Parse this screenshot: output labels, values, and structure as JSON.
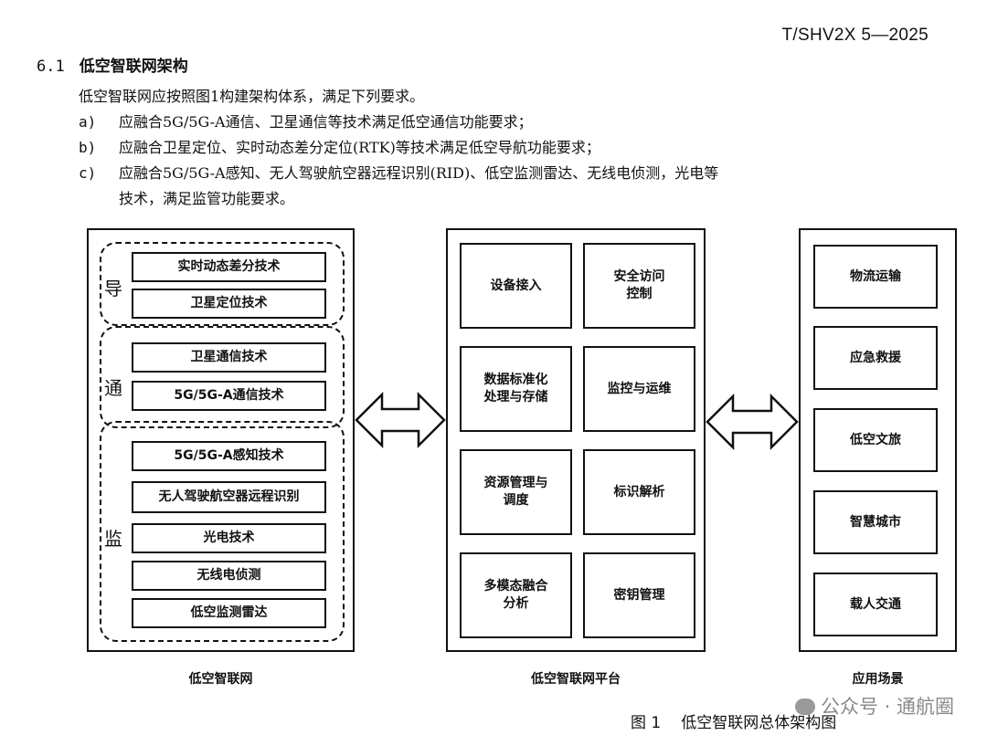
{
  "standard_number": "T/SHV2X 5—2025",
  "section": {
    "number": "6.1",
    "title": "低空智联网架构"
  },
  "intro": "低空智联网应按照图1构建架构体系，满足下列要求。",
  "requirements": [
    {
      "label": "a)",
      "text": "应融合5G/5G-A通信、卫星通信等技术满足低空通信功能要求；"
    },
    {
      "label": "b)",
      "text": "应融合卫星定位、实时动态差分定位(RTK)等技术满足低空导航功能要求；"
    },
    {
      "label": "c)",
      "text": "应融合5G/5G-A感知、无人驾驶航空器远程识别(RID)、低空监测雷达、无线电侦测，光电等",
      "text2": "技术，满足监管功能要求。"
    }
  ],
  "diagram": {
    "left": {
      "caption": "低空智联网",
      "groups": [
        {
          "side_label": "导",
          "items": [
            "实时动态差分技术",
            "卫星定位技术"
          ]
        },
        {
          "side_label": "通",
          "items": [
            "卫星通信技术",
            "5G/5G-A通信技术"
          ]
        },
        {
          "side_label": "监",
          "items": [
            "5G/5G-A感知技术",
            "无人驾驶航空器远程识别",
            "光电技术",
            "无线电侦测",
            "低空监测雷达"
          ]
        }
      ]
    },
    "center": {
      "caption": "低空智联网平台",
      "modules": [
        [
          "设备接入",
          "安全访问\n控制"
        ],
        [
          "数据标准化\n处理与存储",
          "监控与运维"
        ],
        [
          "资源管理与\n调度",
          "标识解析"
        ],
        [
          "多模态融合\n分析",
          "密钥管理"
        ]
      ]
    },
    "right": {
      "caption": "应用场景",
      "scenarios": [
        "物流运输",
        "应急救援",
        "低空文旅",
        "智慧城市",
        "载人交通"
      ]
    }
  },
  "figure_caption": {
    "number": "图 1",
    "title": "低空智联网总体架构图"
  },
  "watermark": "公众号 · 通航圈"
}
